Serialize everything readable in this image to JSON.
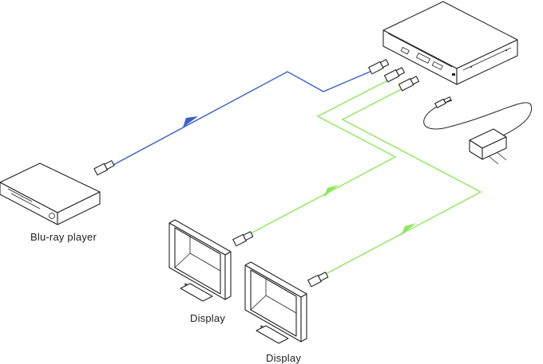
{
  "labels": {
    "bluray": "Blu-ray player",
    "display1": "Display",
    "display2": "Display"
  },
  "colors": {
    "source_cable": "#3a5fc8",
    "output_cable": "#8ee85a",
    "outline": "#222222"
  },
  "icons": [
    "splitter-icon",
    "bluray-player-icon",
    "display-icon",
    "hdmi-connector-icon",
    "power-adapter-icon",
    "dc-plug-icon"
  ]
}
